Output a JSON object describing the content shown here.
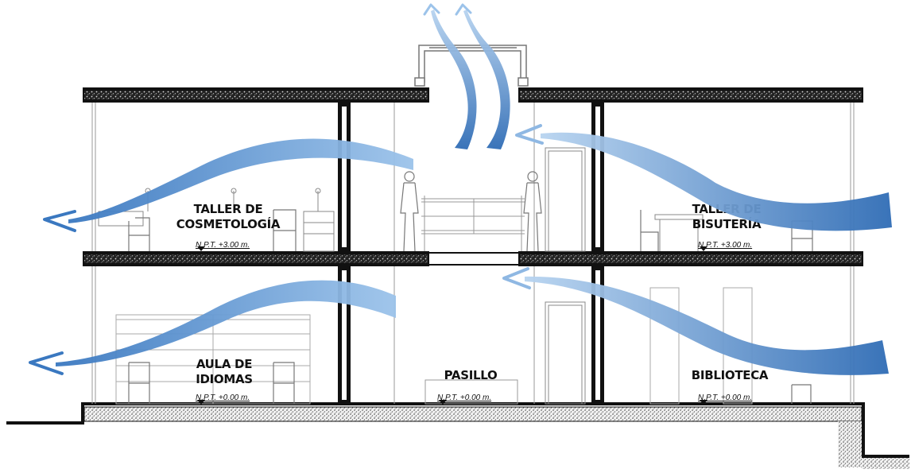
{
  "rooms": {
    "cosmetologia": {
      "line1": "TALLER DE",
      "line2": "COSMETOLOGÍA",
      "level": "N.P.T. +3.00 m."
    },
    "bisuteria": {
      "line1": "TALLER DE",
      "line2": "BISUTERÍA",
      "level": "N.P.T. +3.00 m."
    },
    "idiomas": {
      "line1": "AULA DE",
      "line2": "IDIOMAS",
      "level": "N.P.T. +0.00 m."
    },
    "pasillo": {
      "line1": "PASILLO",
      "level": "N.P.T. +0.00 m."
    },
    "biblioteca": {
      "line1": "BIBLIOTECA",
      "level": "N.P.T. +0.00 m."
    }
  },
  "colors": {
    "airflow_light": "#b8d4f0",
    "airflow_dark": "#3a78c0",
    "structure": "#111111",
    "lines": "#9a9a9a"
  },
  "icons": {
    "airflow": "curved-arrow-icon",
    "level_marker": "triangle-marker-icon",
    "person": "human-figure-icon",
    "chair": "chair-icon",
    "door": "door-icon"
  }
}
